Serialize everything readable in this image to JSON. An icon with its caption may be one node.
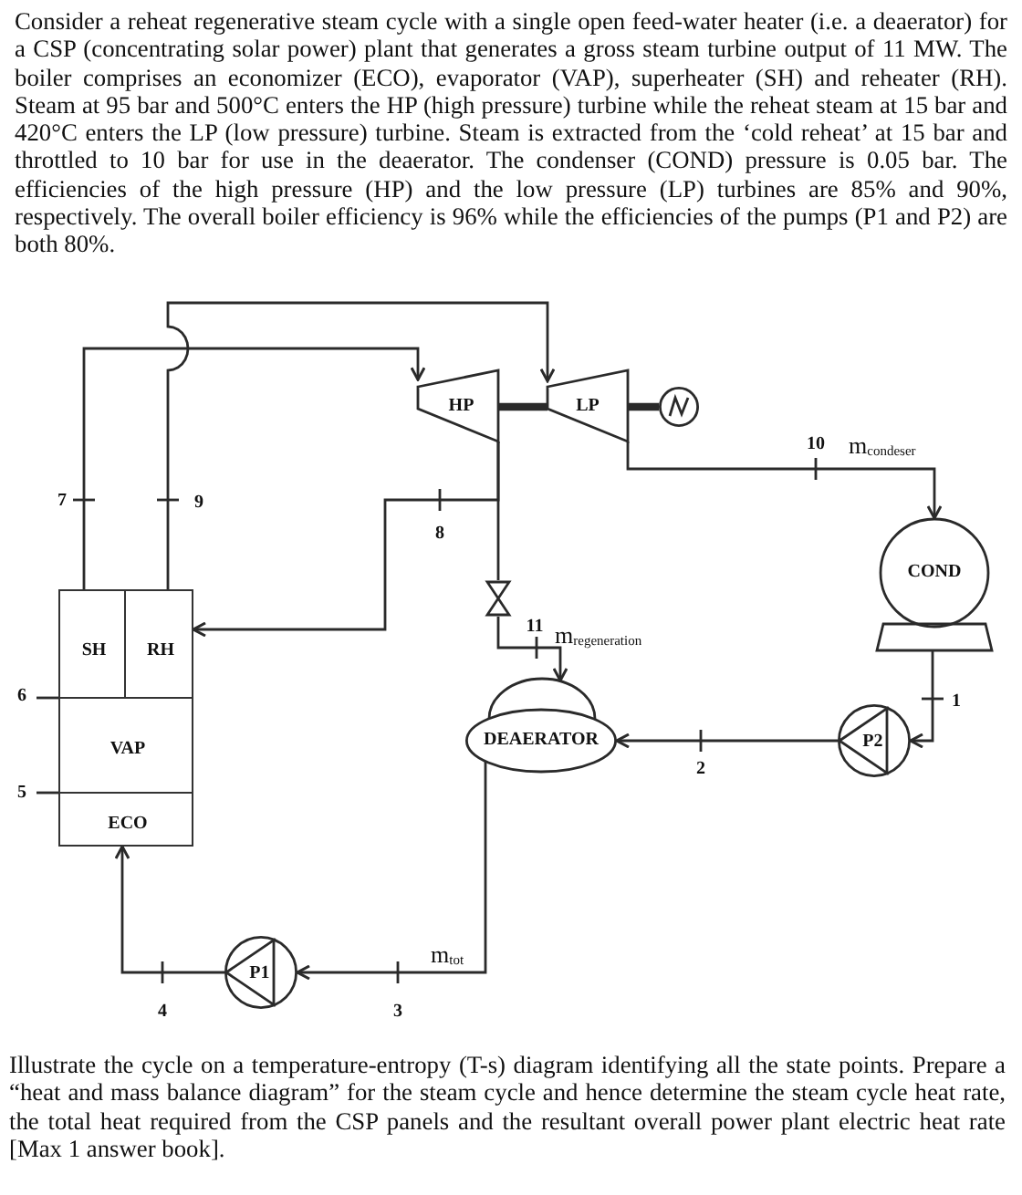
{
  "diagram": {
    "nodes": [
      {
        "text": [
          "SH"
        ]
      },
      {
        "text": [
          "RH"
        ]
      },
      {
        "text": [
          "VAP"
        ]
      },
      {
        "text": [
          "ECO"
        ]
      },
      {
        "text": [
          "HP"
        ]
      },
      {
        "text": [
          "LP"
        ]
      },
      {
        "text": [],
        "shape": "circle"
      },
      {
        "text": [
          "COND"
        ]
      },
      {
        "text": [],
        "shape": "valve"
      },
      {
        "text": [
          "DEAERATOR"
        ]
      },
      {
        "text": [
          "P2"
        ]
      },
      {
        "text": [
          "P1"
        ]
      }
    ],
    "edges": [
      {
        "from": 0,
        "to": 4,
        "arrow": "to"
      },
      {
        "from": 1,
        "to": 5,
        "arrow": "to"
      },
      {
        "from": 4,
        "to": 1,
        "arrow": "to"
      },
      {
        "from": 4,
        "to": 8,
        "arrow": "none"
      },
      {
        "from": 8,
        "to": 9,
        "arrow": "to"
      },
      {
        "from": 4,
        "to": 5,
        "arrow": "none",
        "style": "thick"
      },
      {
        "from": 5,
        "to": 6,
        "arrow": "none",
        "style": "thick"
      },
      {
        "from": 5,
        "to": 7,
        "arrow": "to"
      },
      {
        "from": 7,
        "to": 10,
        "arrow": "to"
      },
      {
        "from": 10,
        "to": 9,
        "arrow": "to"
      },
      {
        "from": 9,
        "to": 11,
        "arrow": "to"
      },
      {
        "from": 11,
        "to": 3,
        "arrow": "to"
      }
    ],
    "labels": [
      "Consider a reheat regenerative steam cycle with a single open feed-water heater (i.e. a deaerator) for a CSP (concentrating solar power) plant that generates a gross steam turbine output of 11 MW. The boiler comprises an economizer (ECO), evaporator (VAP), superheater (SH) and reheater (RH). Steam at 95 bar and 500°C enters the HP (high pressure) turbine while the reheat steam at 15 bar and 420°C enters the LP (low pressure) turbine. Steam is extracted from the ‘cold reheat’ at 15 bar and throttled to 10 bar for use in the deaerator. The condenser (COND) pressure is 0.05 bar. The efficiencies of the high pressure (HP) and the low pressure (LP) turbines are 85% and 90%, respectively. The overall boiler efficiency is 96% while the efficiencies of the pumps (P1 and P2) are both 80%.",
      "10",
      "m$_{condeser}$",
      "7",
      "9",
      "8",
      "11",
      "m$_{regeneration}$",
      "6",
      "1",
      "2",
      "5",
      "m$_{tot}$",
      "4",
      "3",
      "Illustrate the cycle on a temperature-entropy (T-s) diagram identifying all the state points. Prepare a “heat and mass balance diagram” for the steam cycle and hence determine the steam cycle heat rate, the total heat required from the CSP panels and the resultant overall power plant electric heat rate [Max 1 answer book]."
    ]
  }
}
